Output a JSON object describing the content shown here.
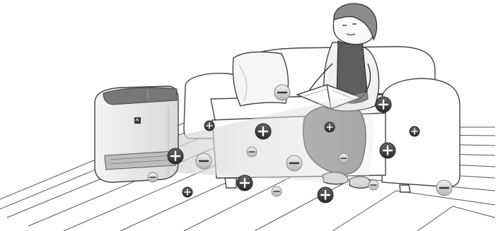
{
  "scene": {
    "ions": [
      {
        "sign": "minus",
        "size": "large"
      },
      {
        "sign": "plus",
        "size": "large"
      },
      {
        "sign": "plus",
        "size": "small"
      },
      {
        "sign": "plus",
        "size": "large"
      },
      {
        "sign": "plus",
        "size": "small"
      },
      {
        "sign": "plus",
        "size": "small"
      },
      {
        "sign": "minus",
        "size": "small"
      },
      {
        "sign": "plus",
        "size": "large"
      },
      {
        "sign": "minus",
        "size": "large"
      },
      {
        "sign": "minus",
        "size": "large"
      },
      {
        "sign": "minus",
        "size": "small"
      },
      {
        "sign": "plus",
        "size": "large"
      },
      {
        "sign": "minus",
        "size": "small"
      },
      {
        "sign": "plus",
        "size": "large"
      },
      {
        "sign": "minus",
        "size": "small"
      },
      {
        "sign": "plus",
        "size": "small"
      },
      {
        "sign": "minus",
        "size": "small"
      },
      {
        "sign": "plus",
        "size": "large"
      },
      {
        "sign": "minus",
        "size": "large"
      }
    ],
    "colors": {
      "plus_ion": "#3a3a3a",
      "minus_ion": "#c9c9c9",
      "air_flow": "#d8d8d8",
      "outline": "#555555"
    },
    "icons": [
      "air-purifier-icon",
      "sofa-icon",
      "woman-reading-icon",
      "cushion-icon",
      "wooden-floor-icon"
    ]
  }
}
